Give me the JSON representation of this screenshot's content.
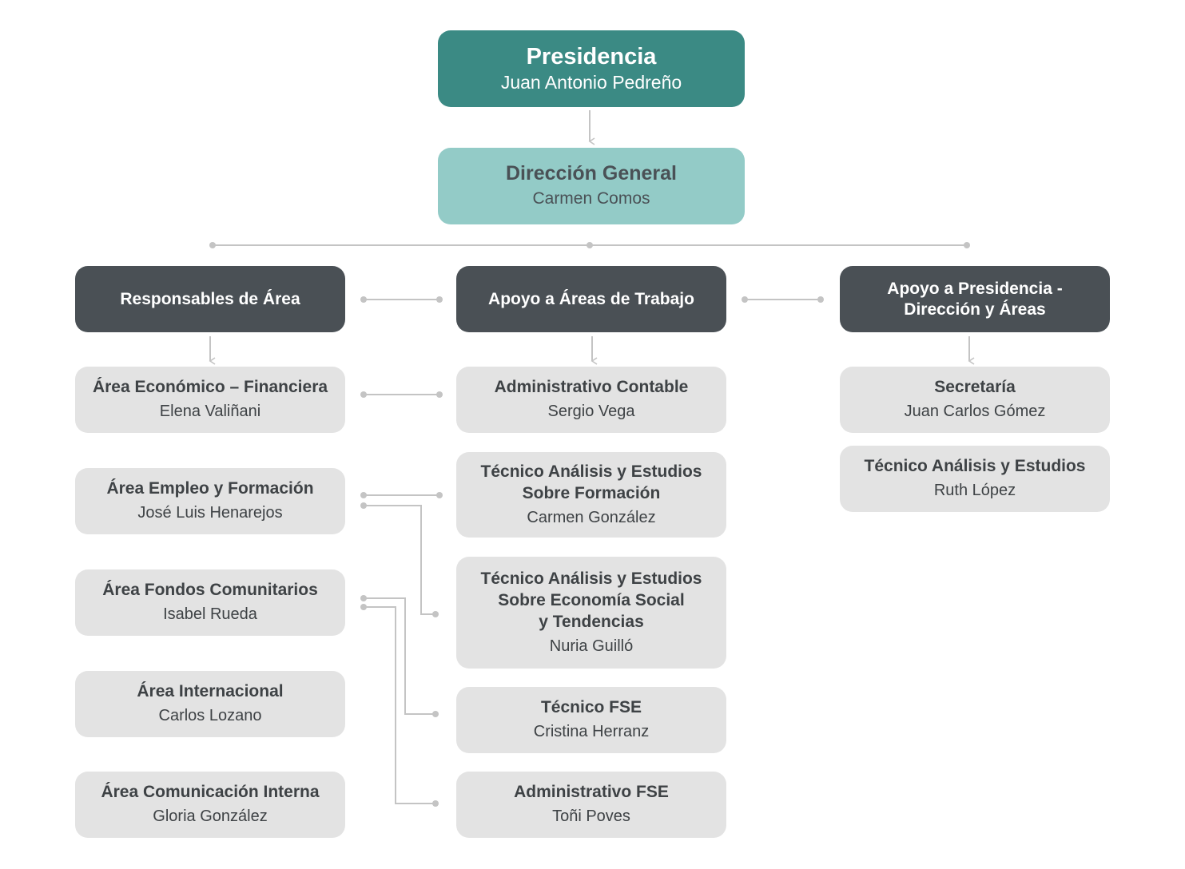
{
  "top": {
    "presidencia": {
      "title": "Presidencia",
      "name": "Juan Antonio Pedreño"
    },
    "direccion": {
      "title": "Dirección General",
      "name": "Carmen Comos"
    }
  },
  "columns": {
    "left": {
      "header": "Responsables de Área",
      "items": [
        {
          "title": "Área Económico – Financiera",
          "name": "Elena Valiñani"
        },
        {
          "title": "Área Empleo y Formación",
          "name": "José Luis Henarejos"
        },
        {
          "title": "Área Fondos Comunitarios",
          "name": "Isabel Rueda"
        },
        {
          "title": "Área Internacional",
          "name": "Carlos Lozano"
        },
        {
          "title": "Área Comunicación Interna",
          "name": "Gloria González"
        }
      ]
    },
    "middle": {
      "header": "Apoyo a Áreas de Trabajo",
      "items": [
        {
          "title": "Administrativo Contable",
          "name": "Sergio Vega"
        },
        {
          "title": "Técnico Análisis y Estudios\nSobre Formación",
          "name": "Carmen González"
        },
        {
          "title": "Técnico Análisis y Estudios\nSobre Economía Social\ny Tendencias",
          "name": "Nuria Guilló"
        },
        {
          "title": "Técnico FSE",
          "name": "Cristina Herranz"
        },
        {
          "title": "Administrativo FSE",
          "name": "Toñi Poves"
        }
      ]
    },
    "right": {
      "header": "Apoyo a Presidencia -\nDirección y Áreas",
      "items": [
        {
          "title": "Secretaría",
          "name": "Juan Carlos Gómez"
        },
        {
          "title": "Técnico Análisis y Estudios",
          "name": "Ruth López"
        }
      ]
    }
  },
  "colors": {
    "presidencia": "#3b8a84",
    "direccion": "#93cbc7",
    "header": "#4a5055",
    "card": "#e3e3e3",
    "connector": "#c4c4c4"
  }
}
